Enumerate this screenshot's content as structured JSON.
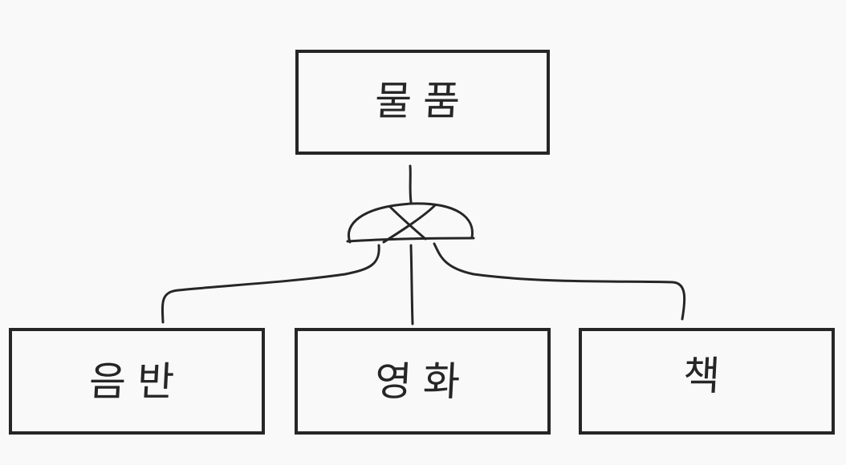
{
  "diagram": {
    "parent": {
      "label": "물품"
    },
    "connector": {
      "symbol": "exclusive-or-cross"
    },
    "children": [
      {
        "label": "음반"
      },
      {
        "label": "영화"
      },
      {
        "label": "책"
      }
    ],
    "colors": {
      "background": "#f9f9f9",
      "ink": "#262626"
    }
  }
}
